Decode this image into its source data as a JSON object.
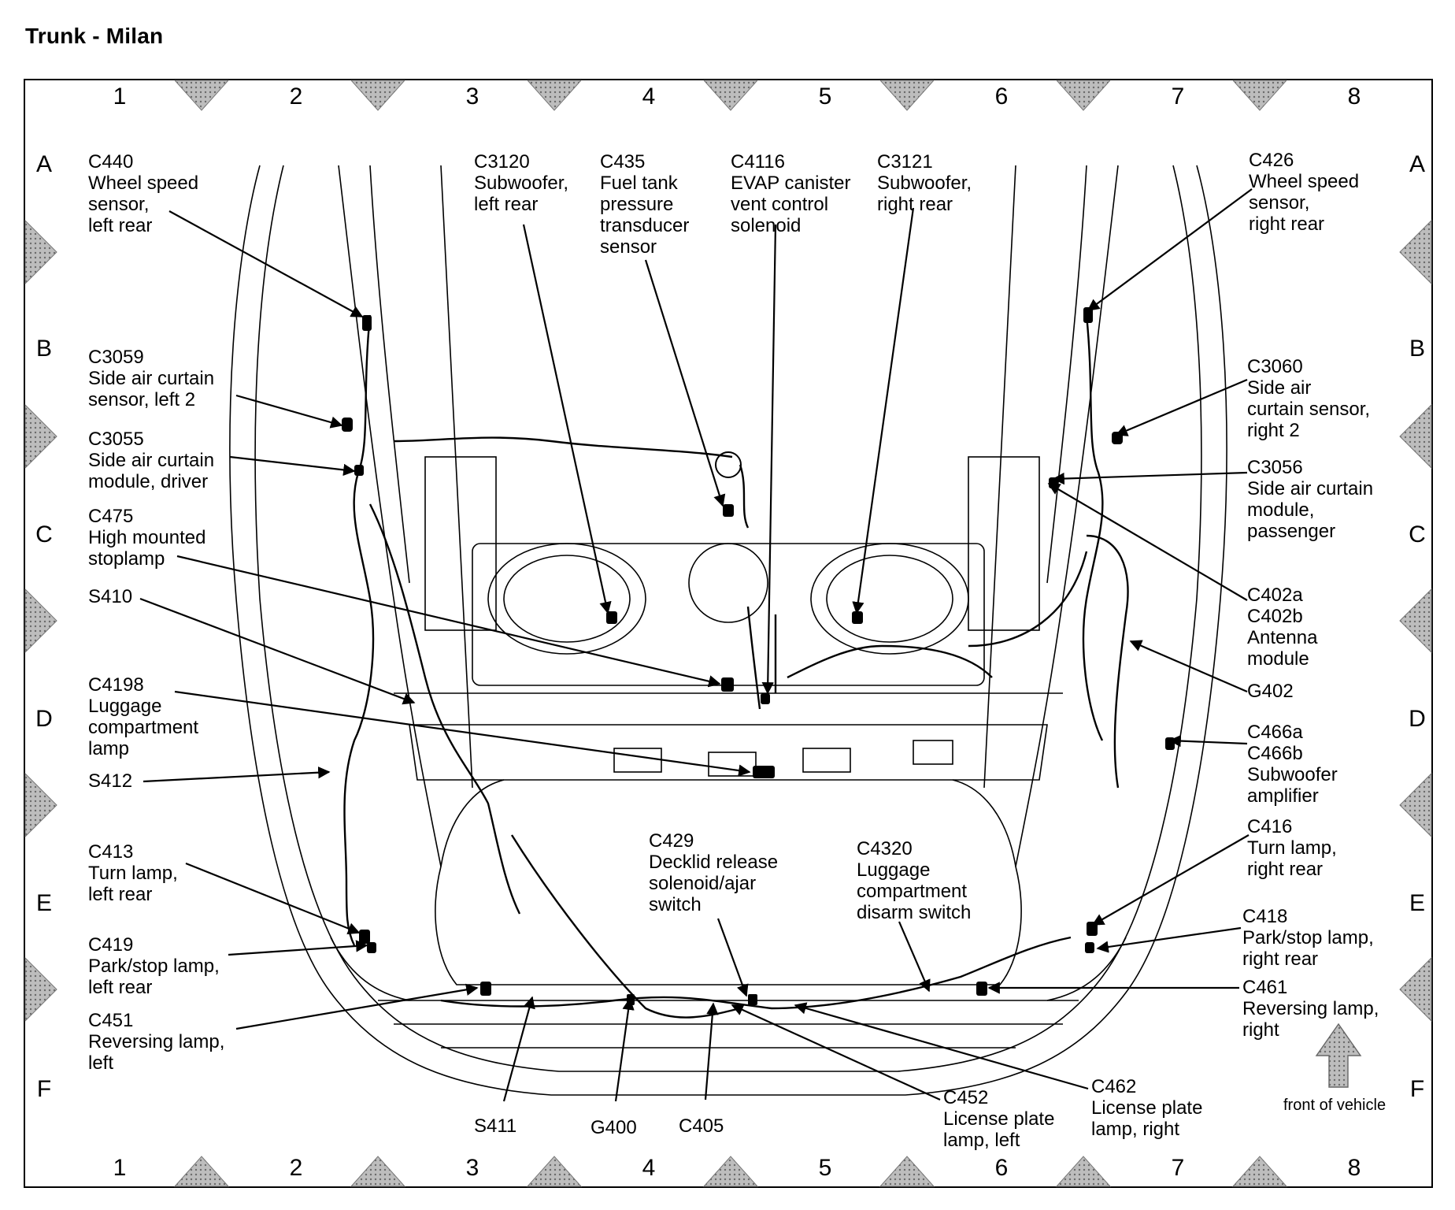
{
  "title": "Trunk - Milan",
  "grid": {
    "columns": [
      "1",
      "2",
      "3",
      "4",
      "5",
      "6",
      "7",
      "8"
    ],
    "rows": [
      "A",
      "B",
      "C",
      "D",
      "E",
      "F"
    ]
  },
  "front_label": "front of vehicle",
  "callouts": [
    {
      "id": "C440",
      "text": "C440\nWheel speed\nsensor,\nleft rear"
    },
    {
      "id": "C3120",
      "text": "C3120\nSubwoofer,\nleft rear"
    },
    {
      "id": "C435",
      "text": "C435\nFuel tank\npressure\ntransducer\nsensor"
    },
    {
      "id": "C4116",
      "text": "C4116\nEVAP canister\nvent control\nsolenoid"
    },
    {
      "id": "C3121",
      "text": "C3121\nSubwoofer,\nright rear"
    },
    {
      "id": "C426",
      "text": "C426\nWheel speed\nsensor,\nright rear"
    },
    {
      "id": "C3059",
      "text": "C3059\nSide air curtain\nsensor, left 2"
    },
    {
      "id": "C3055",
      "text": "C3055\nSide air curtain\nmodule, driver"
    },
    {
      "id": "C475",
      "text": "C475\nHigh mounted\nstoplamp"
    },
    {
      "id": "S410",
      "text": "S410"
    },
    {
      "id": "C4198",
      "text": "C4198\nLuggage\ncompartment\nlamp"
    },
    {
      "id": "S412",
      "text": "S412"
    },
    {
      "id": "C413",
      "text": "C413\nTurn lamp,\nleft rear"
    },
    {
      "id": "C419",
      "text": "C419\nPark/stop lamp,\nleft rear"
    },
    {
      "id": "C451",
      "text": "C451\nReversing lamp,\nleft"
    },
    {
      "id": "S411",
      "text": "S411"
    },
    {
      "id": "G400",
      "text": "G400"
    },
    {
      "id": "C405",
      "text": "C405"
    },
    {
      "id": "C429",
      "text": "C429\nDecklid release\nsolenoid/ajar\nswitch"
    },
    {
      "id": "C4320",
      "text": "C4320\nLuggage\ncompartment\ndisarm switch"
    },
    {
      "id": "C452",
      "text": "C452\nLicense plate\nlamp, left"
    },
    {
      "id": "C462",
      "text": "C462\nLicense plate\nlamp, right"
    },
    {
      "id": "C3060",
      "text": "C3060\nSide air\ncurtain sensor,\nright 2"
    },
    {
      "id": "C3056",
      "text": "C3056\nSide air curtain\nmodule,\npassenger"
    },
    {
      "id": "C402",
      "text": "C402a\nC402b\nAntenna\nmodule"
    },
    {
      "id": "G402",
      "text": "G402"
    },
    {
      "id": "C466",
      "text": "C466a\nC466b\nSubwoofer\namplifier"
    },
    {
      "id": "C416",
      "text": "C416\nTurn lamp,\nright rear"
    },
    {
      "id": "C418",
      "text": "C418\nPark/stop lamp,\nright rear"
    },
    {
      "id": "C461",
      "text": "C461\nReversing lamp,\nright"
    }
  ]
}
